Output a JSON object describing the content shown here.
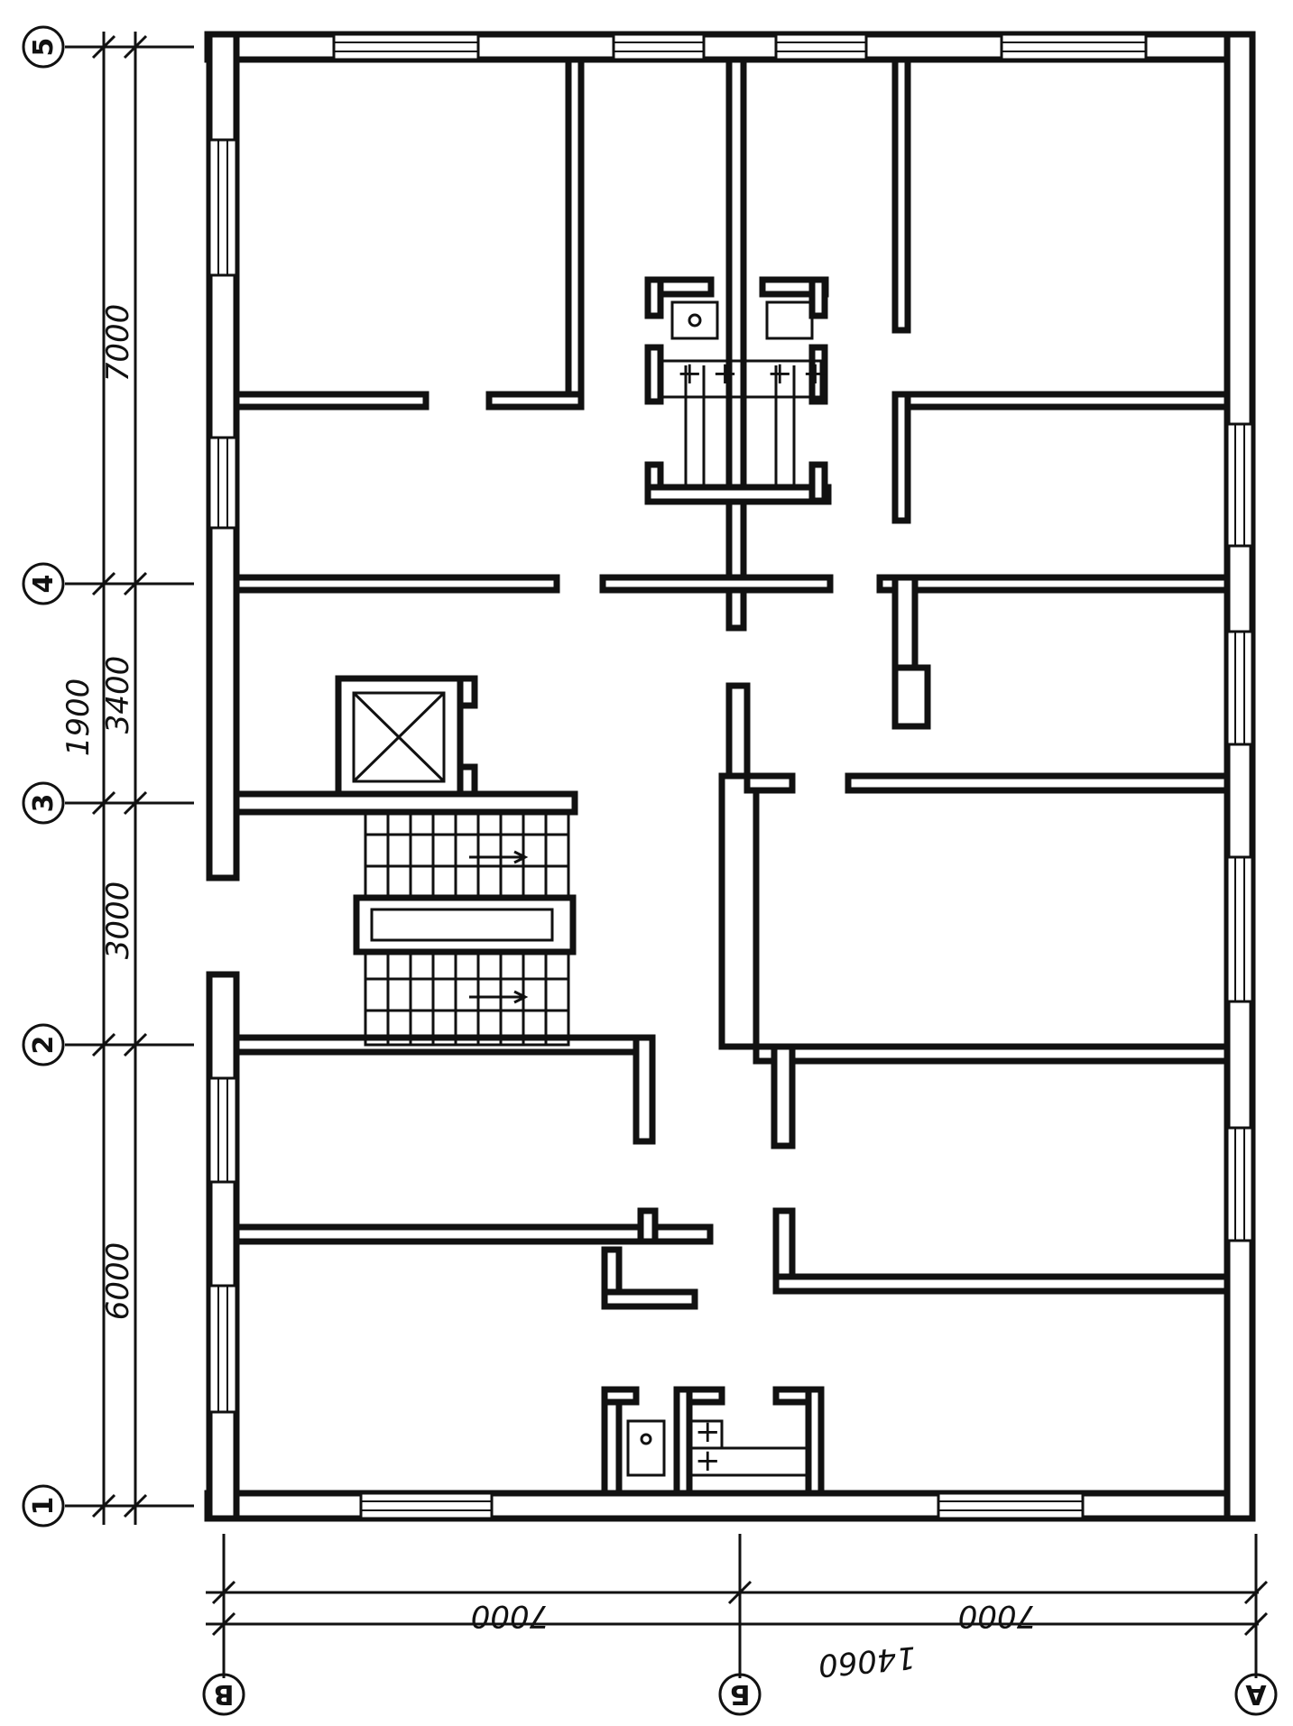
{
  "axes_rows": [
    {
      "label": "5"
    },
    {
      "label": "4"
    },
    {
      "label": "3"
    },
    {
      "label": "2"
    },
    {
      "label": "1"
    }
  ],
  "axes_cols": [
    {
      "label": "В"
    },
    {
      "label": "Б"
    },
    {
      "label": "А"
    }
  ],
  "dims_vertical": {
    "d_5_4": "7000",
    "d_4_3": "3400",
    "d_4_3_alt": "1900",
    "d_3_2": "3000",
    "d_2_1": "6000"
  },
  "dims_horizontal": {
    "d_v_b": "7000",
    "d_b_a": "7000",
    "total": "14060"
  }
}
